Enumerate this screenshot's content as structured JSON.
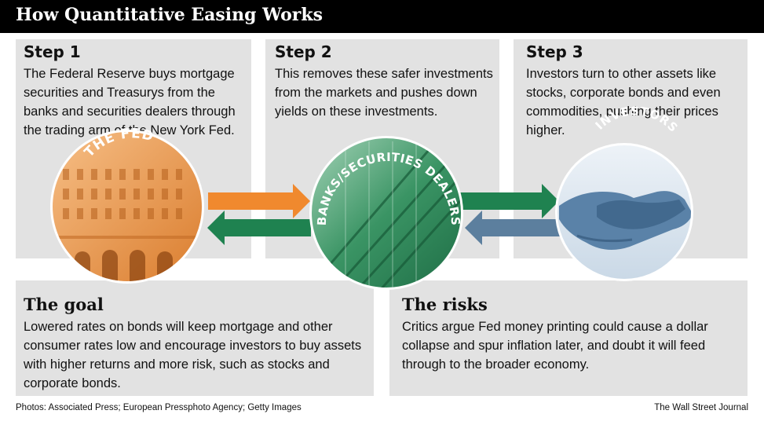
{
  "title": "How Quantitative Easing Works",
  "steps": [
    {
      "title": "Step 1",
      "text": "The Federal Reserve buys mortgage securities and Treasurys from the banks and securities dealers through the trading arm of the New York Fed."
    },
    {
      "title": "Step 2",
      "text": "This removes these safer investments from the markets and pushes down yields on these investments."
    },
    {
      "title": "Step 3",
      "text": "Investors turn to other assets like stocks, corporate bonds and even commodities, pushing their prices higher."
    }
  ],
  "circles": {
    "fed": "THE FED",
    "banks": "BANKS/SECURITIES DEALERS",
    "investors": "INVESTORS"
  },
  "goal": {
    "title": "The goal",
    "text": "Lowered rates on bonds will keep mortgage and other consumer rates low and encourage investors to buy assets with higher returns and more risk, such as stocks and corporate bonds."
  },
  "risks": {
    "title": "The risks",
    "text": "Critics argue Fed money printing could cause a dollar collapse and spur inflation later, and doubt it will feed through to the broader economy."
  },
  "footer": {
    "credits": "Photos: Associated Press; European Pressphoto Agency; Getty Images",
    "source": "The Wall Street Journal"
  },
  "colors": {
    "panel": "#e2e2e2",
    "orange_arrow": "#f0892e",
    "green_arrow": "#1f8250",
    "blue_arrow": "#5c7f9e",
    "fed_tint": "#f5a65b",
    "banks_tint": "#2f8a5a",
    "investors_tint": "#5a82a8"
  },
  "icons": [
    "fed-building-photo",
    "bank-building-photo",
    "handshake-photo"
  ]
}
